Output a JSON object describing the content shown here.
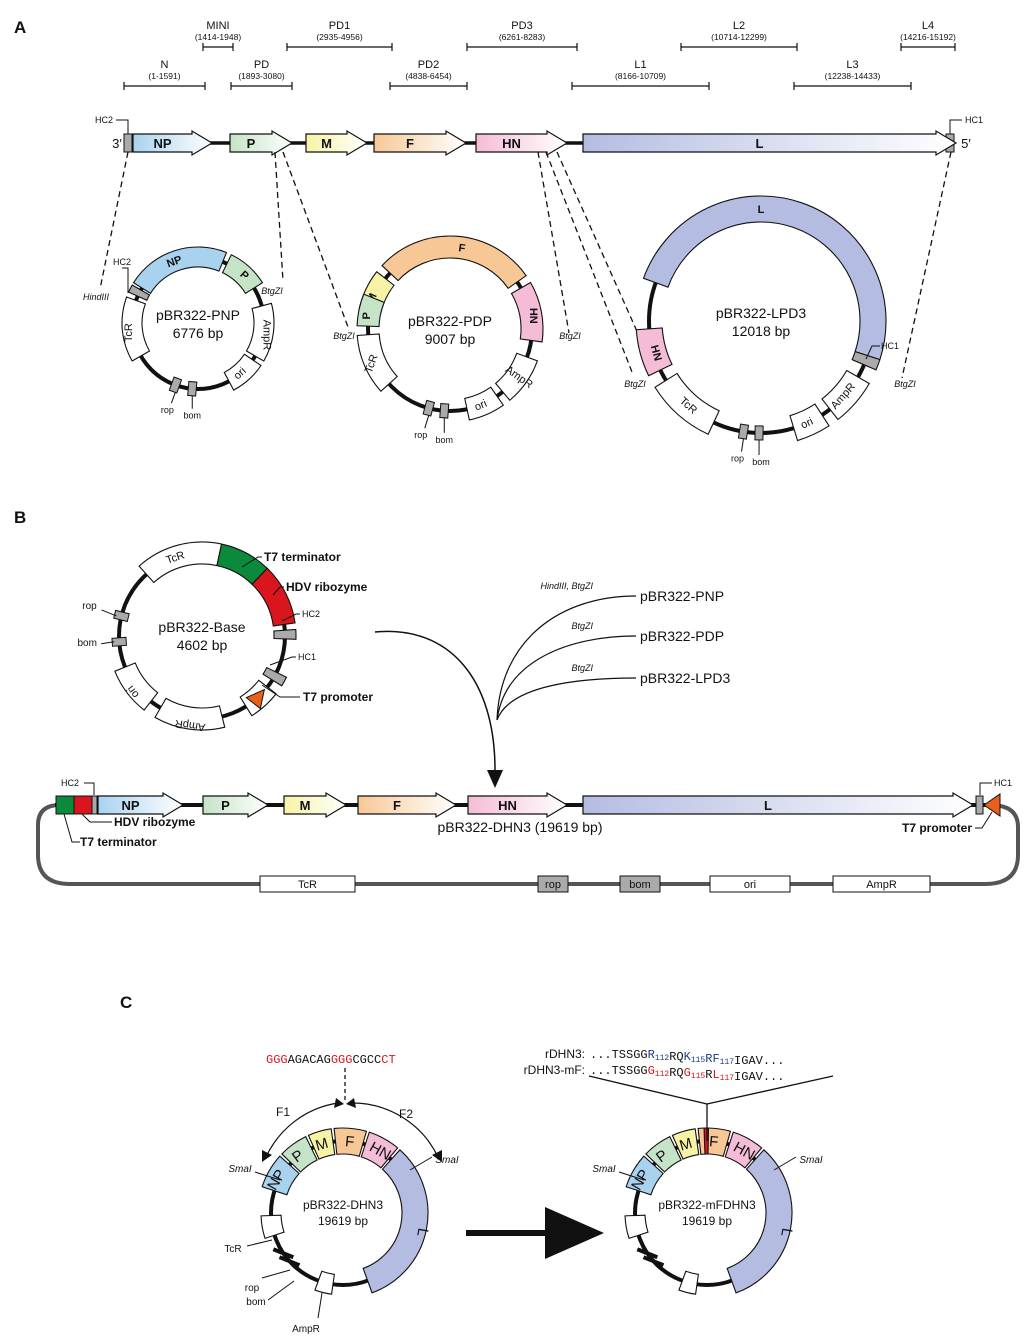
{
  "colors": {
    "NP": "#a9d2ef",
    "P": "#c5e3c6",
    "M": "#f7f3a6",
    "F": "#f7c896",
    "HN": "#f4bcd6",
    "L": "#b4bce2",
    "green": "#0a8a3a",
    "red": "#d9161e",
    "orange": "#e8601c",
    "seqblue": "#1d3c8f",
    "seqred": "#d9161e",
    "gray": "#aaaaaa"
  },
  "panelA": {
    "label": "A",
    "end3": "3′",
    "end5": "5′",
    "hc2": "HC2",
    "hc1": "HC1",
    "genes": [
      "NP",
      "P",
      "M",
      "F",
      "HN",
      "L"
    ],
    "fragments": [
      {
        "name": "N",
        "range": "(1-1591)"
      },
      {
        "name": "MINI",
        "range": "(1414-1948)"
      },
      {
        "name": "PD",
        "range": "(1893-3080)"
      },
      {
        "name": "PD1",
        "range": "(2935-4956)"
      },
      {
        "name": "PD2",
        "range": "(4838-6454)"
      },
      {
        "name": "PD3",
        "range": "(6261-8283)"
      },
      {
        "name": "L1",
        "range": "(8166-10709)"
      },
      {
        "name": "L2",
        "range": "(10714-12299)"
      },
      {
        "name": "L3",
        "range": "(12238-14433)"
      },
      {
        "name": "L4",
        "range": "(14216-15192)"
      }
    ],
    "plasmid1": {
      "name": "pBR322-PNP",
      "size": "6776 bp",
      "hc2": "HC2",
      "site1": "HindIII",
      "site2": "BtgZI",
      "tcr": "TcR",
      "ampr": "AmpR",
      "ori": "ori",
      "rop": "rop",
      "bom": "bom",
      "np": "NP",
      "p": "P"
    },
    "plasmid2": {
      "name": "pBR322-PDP",
      "size": "9007 bp",
      "site1": "BtgZI",
      "site2": "BtgZI",
      "tcr": "TcR",
      "ampr": "AmpR",
      "ori": "ori",
      "rop": "rop",
      "bom": "bom",
      "p": "P",
      "m": "M",
      "f": "F",
      "hn": "HN"
    },
    "plasmid3": {
      "name": "pBR322-LPD3",
      "size": "12018 bp",
      "site1": "BtgZI",
      "site2": "BtgZI",
      "hc1": "HC1",
      "tcr": "TcR",
      "ampr": "AmpR",
      "ori": "ori",
      "rop": "rop",
      "bom": "bom",
      "l": "L",
      "hn": "HN"
    }
  },
  "panelB": {
    "label": "B",
    "base": {
      "name": "pBR322-Base",
      "size": "4602 bp",
      "tcr": "TcR",
      "ori": "ori",
      "ampr": "AmpR",
      "rop": "rop",
      "bom": "bom",
      "hc2": "HC2",
      "hc1": "HC1"
    },
    "t7term": "T7 terminator",
    "hdv": "HDV ribozyme",
    "t7prom": "T7 promoter",
    "inserts": [
      {
        "name": "pBR322-PNP",
        "sites": "HindIII, BtgZI"
      },
      {
        "name": "pBR322-PDP",
        "sites": "BtgZI"
      },
      {
        "name": "pBR322-LPD3",
        "sites": "BtgZI"
      }
    ],
    "final": {
      "name": "pBR322-DHN3 (19619 bp)",
      "hc2": "HC2",
      "hc1": "HC1",
      "backbone": [
        "TcR",
        "rop",
        "bom",
        "ori",
        "AmpR"
      ]
    }
  },
  "panelC": {
    "label": "C",
    "primer": [
      {
        "t": "GGG",
        "c": "red"
      },
      {
        "t": "AGACAG",
        "c": "black"
      },
      {
        "t": "GGG",
        "c": "red"
      },
      {
        "t": "CGCC",
        "c": "black"
      },
      {
        "t": "CT",
        "c": "red"
      }
    ],
    "f1": "F1",
    "f2": "F2",
    "smaI": "SmaI",
    "left": {
      "name": "pBR322-DHN3",
      "size": "19619 bp",
      "tcr": "TcR",
      "rop": "rop",
      "bom": "bom",
      "ampr": "AmpR"
    },
    "right": {
      "name": "pBR322-mFDHN3",
      "size": "19619 bp"
    },
    "genes": [
      "NP",
      "P",
      "M",
      "F",
      "HN",
      "L"
    ],
    "seq1": {
      "label": "rDHN3:",
      "parts": [
        {
          "t": "...TSSGG",
          "c": "black"
        },
        {
          "t": "R",
          "c": "blue"
        },
        {
          "t": "112",
          "c": "blue",
          "sub": true
        },
        {
          "t": "RQ",
          "c": "black"
        },
        {
          "t": "K",
          "c": "blue"
        },
        {
          "t": "115",
          "c": "blue",
          "sub": true
        },
        {
          "t": "R",
          "c": "blue"
        },
        {
          "t": "F",
          "c": "blue"
        },
        {
          "t": "117",
          "c": "blue",
          "sub": true
        },
        {
          "t": "IGAV...",
          "c": "black"
        }
      ]
    },
    "seq2": {
      "label": "rDHN3-mF:",
      "parts": [
        {
          "t": "...TSSGG",
          "c": "black"
        },
        {
          "t": "G",
          "c": "red"
        },
        {
          "t": "112",
          "c": "red",
          "sub": true
        },
        {
          "t": "RQ",
          "c": "black"
        },
        {
          "t": "G",
          "c": "red"
        },
        {
          "t": "115",
          "c": "red",
          "sub": true
        },
        {
          "t": "R",
          "c": "black"
        },
        {
          "t": "L",
          "c": "red"
        },
        {
          "t": "117",
          "c": "red",
          "sub": true
        },
        {
          "t": "IGAV...",
          "c": "black"
        }
      ]
    }
  }
}
